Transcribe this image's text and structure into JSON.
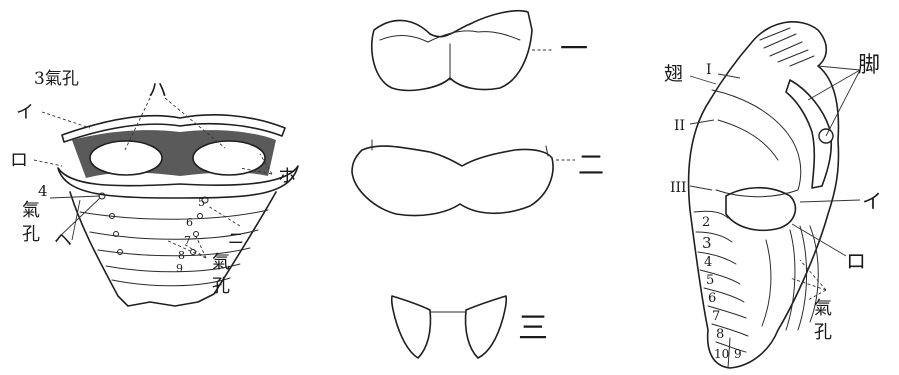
{
  "figures": {
    "left": {
      "labels": {
        "spiracle_3": "3氣孔",
        "i": "イ",
        "ro": "ロ",
        "ha": "ハ",
        "ho": "ホ",
        "he": "ヘ",
        "ni": "ニ",
        "four": "4",
        "spiracle_left": "氣\n孔",
        "spiracle_right": "氣\n孔",
        "seg5": "5",
        "seg6": "6",
        "seg7": "7",
        "seg8": "8",
        "seg9": "9"
      }
    },
    "middle": {
      "labels": {
        "one": "一",
        "two": "二",
        "three": "三"
      }
    },
    "right": {
      "labels": {
        "wing": "翅",
        "leg": "脚",
        "r1": "I",
        "r2": "II",
        "r3": "III",
        "i": "イ",
        "ro": "ロ",
        "spiracle": "氣\n孔",
        "segments": [
          "2",
          "3",
          "4",
          "5",
          "6",
          "7",
          "8",
          "10",
          "9"
        ]
      }
    }
  }
}
